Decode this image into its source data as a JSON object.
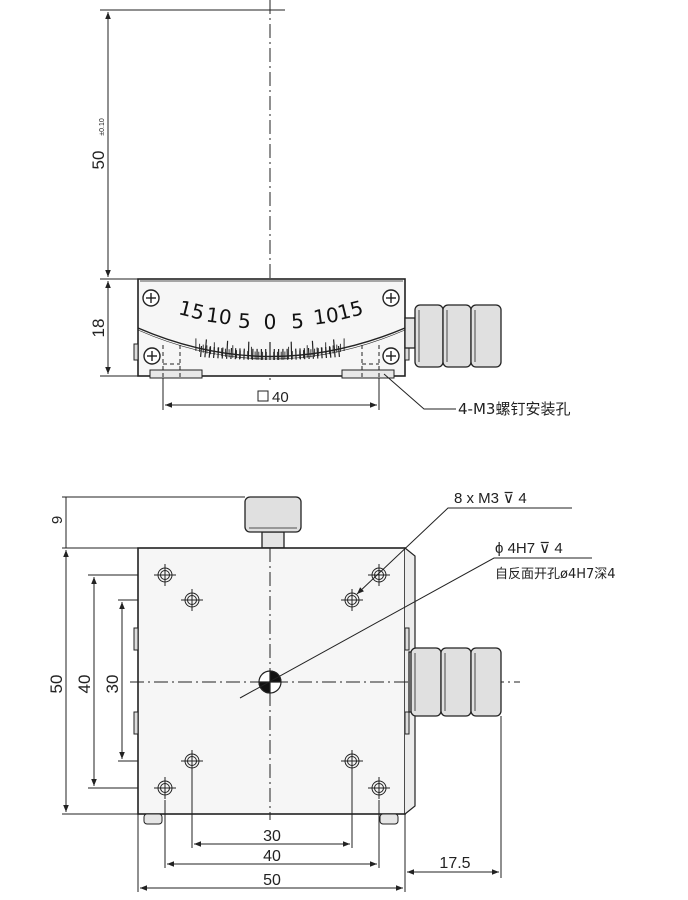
{
  "front_view": {
    "dim_height_50": "50",
    "dim_height_50_tol": "±0.10",
    "dim_height_18": "18",
    "dim_width": "40",
    "scale_labels": [
      "15",
      "10",
      "5",
      "0",
      "5",
      "10",
      "15"
    ],
    "callout": "4-M3螺钉安装孔"
  },
  "top_view": {
    "dim_knob_9": "9",
    "dim_outer_50": "50",
    "dim_holes_40": "40",
    "dim_holes_30": "30",
    "dim_bottom_30": "30",
    "dim_bottom_40": "40",
    "dim_bottom_50": "50",
    "dim_knob_17_5": "17.5",
    "callout_threads": "8 x  M3 ⊽ 4",
    "callout_center_line1": "ϕ  4H7 ⊽ 4",
    "callout_center_line2": "自反面开孔ø4H7深4"
  },
  "colors": {
    "line": "#222222",
    "fill": "#eeeeee",
    "knob": "#e0e0e0"
  }
}
